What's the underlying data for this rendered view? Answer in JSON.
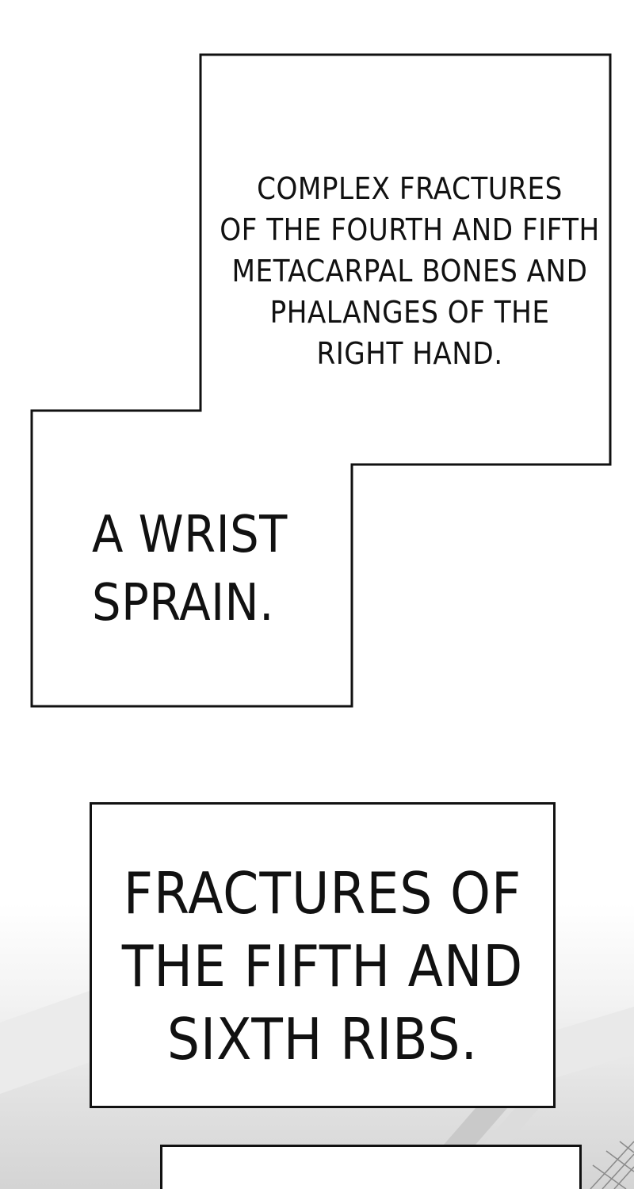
{
  "panels": {
    "upper_box": {
      "caption_top": "COMPLEX FRACTURES\nOF THE FOURTH AND FIFTH\nMETACARPAL BONES AND\nPHALANGES OF THE\nRIGHT HAND.",
      "caption_bottom": "A WRIST\nSPRAIN."
    },
    "ribs_box": {
      "caption": "FRACTURES OF\nTHE FIFTH AND\nSIXTH RIBS."
    },
    "bottom_box": {
      "caption": ""
    }
  },
  "colors": {
    "ink": "#111111",
    "paper": "#ffffff",
    "background_shade": "#d4d4d4"
  }
}
